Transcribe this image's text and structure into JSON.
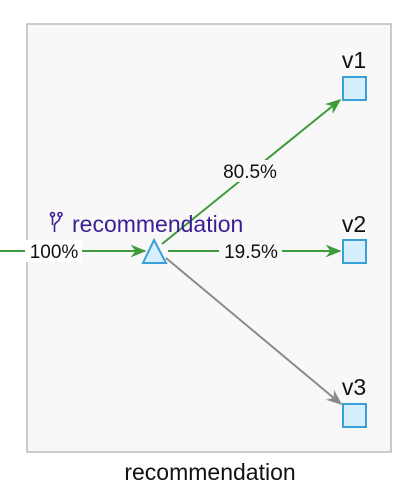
{
  "box_label": "recommendation",
  "service": {
    "name": "recommendation",
    "icon": "branch-icon",
    "color": "#3b1e94"
  },
  "incoming": {
    "label": "100%",
    "color": "#3f9a3b"
  },
  "versions": [
    {
      "name": "v1",
      "edge_label": "80.5%",
      "edge_color": "#3f9a3b"
    },
    {
      "name": "v2",
      "edge_label": "19.5%",
      "edge_color": "#3f9a3b"
    },
    {
      "name": "v3",
      "edge_label": "",
      "edge_color": "#8a8a8a"
    }
  ],
  "colors": {
    "box_fill": "#f8f8f8",
    "box_stroke": "#bbbbbb",
    "node_fill": "#d7eefc",
    "node_stroke": "#3a9fd6"
  }
}
